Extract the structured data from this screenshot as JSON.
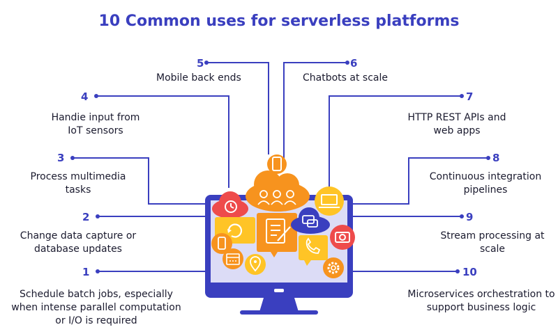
{
  "title": "10 Common uses for serverless platforms",
  "colors": {
    "accent": "#3a3fbf",
    "orange": "#f7931e",
    "red": "#ee4b4b",
    "yellow": "#ffc426",
    "screen": "#dcdcf6"
  },
  "uses": [
    {
      "num": "1",
      "label": "Schedule batch jobs, especially when intense parallel computation or I/O is required",
      "icon": "calendar-icon"
    },
    {
      "num": "2",
      "label": "Change data capture or database updates",
      "icon": "refresh-icon"
    },
    {
      "num": "3",
      "label": "Process multimedia tasks",
      "icon": "camera-icon"
    },
    {
      "num": "4",
      "label": "Handie input from IoT sensors",
      "icon": "timer-icon"
    },
    {
      "num": "5",
      "label": "Mobile back ends",
      "icon": "phone-icon"
    },
    {
      "num": "6",
      "label": "Chatbots at scale",
      "icon": "chat-icon"
    },
    {
      "num": "7",
      "label": "HTTP REST APIs and web apps",
      "icon": "laptop-icon"
    },
    {
      "num": "8",
      "label": "Continuous integration pipelines",
      "icon": "clipboard-icon"
    },
    {
      "num": "9",
      "label": "Stream processing at scale",
      "icon": "call-icon"
    },
    {
      "num": "10",
      "label": "Microservices orchestration to support business logic",
      "icon": "gear-icon"
    }
  ]
}
